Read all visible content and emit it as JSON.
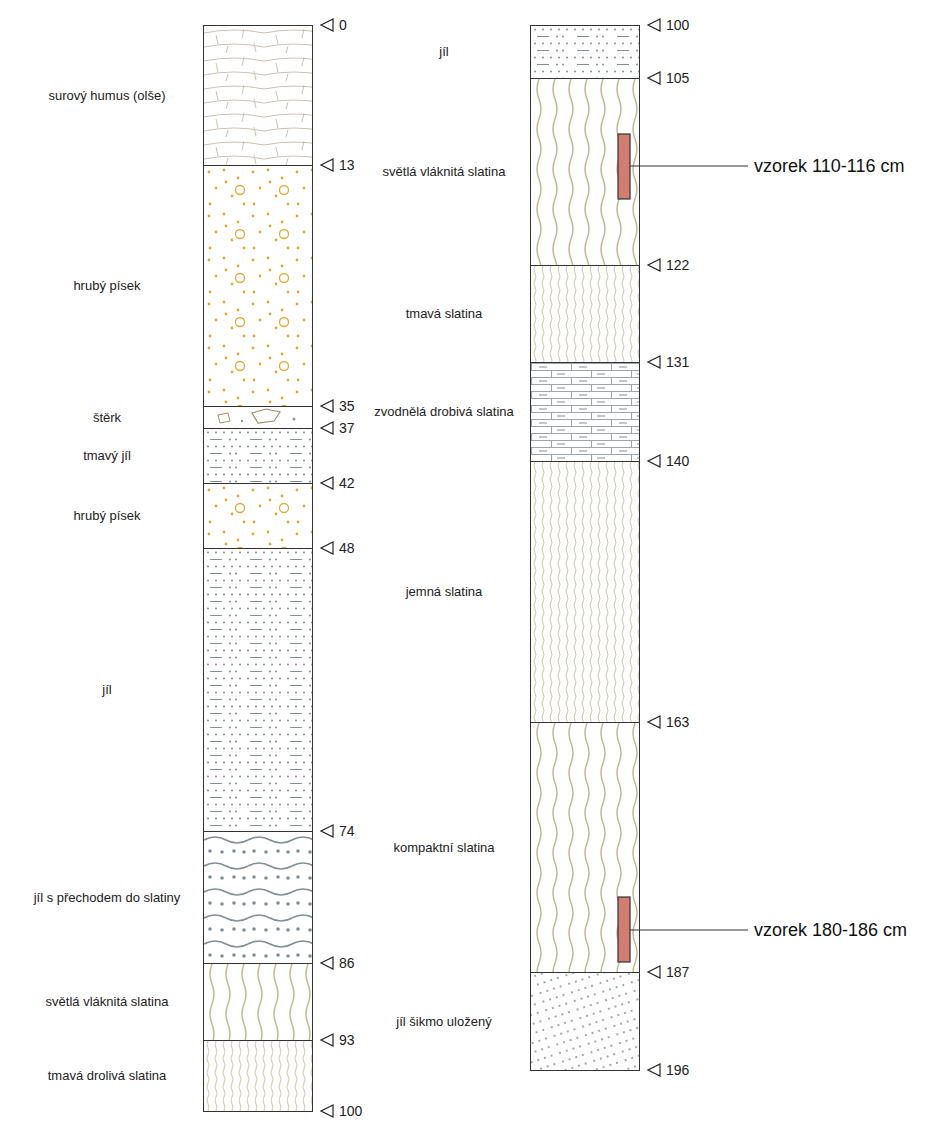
{
  "diagram": {
    "nodes": [
      {
        "text": [
          "surový humus (olše)"
        ]
      },
      {
        "text": [
          "hrubý písek"
        ]
      },
      {
        "text": [
          "štěrk"
        ]
      },
      {
        "text": [
          "tmavý jíl"
        ]
      },
      {
        "text": [
          "hrubý písek"
        ]
      },
      {
        "text": [
          "jíl"
        ]
      },
      {
        "text": [
          "jíl s přechodem do slatiny"
        ]
      },
      {
        "text": [
          "světlá vláknitá slatina"
        ]
      },
      {
        "text": [
          "tmavá drolivá slatina"
        ]
      },
      {
        "text": [
          "jíl"
        ]
      },
      {
        "text": [
          "světlá vláknitá slatina"
        ]
      },
      {
        "text": [
          "tmavá slatina"
        ]
      },
      {
        "text": [
          "zvodnělá drobivá slatina"
        ]
      },
      {
        "text": [
          "jemná slatina"
        ]
      },
      {
        "text": [
          "kompaktní slatina"
        ]
      },
      {
        "text": [
          "jíl šikmo uložený"
        ]
      }
    ],
    "labels": [
      "0",
      "13",
      "35",
      "37",
      "42",
      "48",
      "74",
      "86",
      "93",
      "100",
      "100",
      "105",
      "122",
      "131",
      "140",
      "163",
      "187",
      "196",
      "vzorek 110-116 cm",
      "vzorek 180-186 cm"
    ]
  }
}
